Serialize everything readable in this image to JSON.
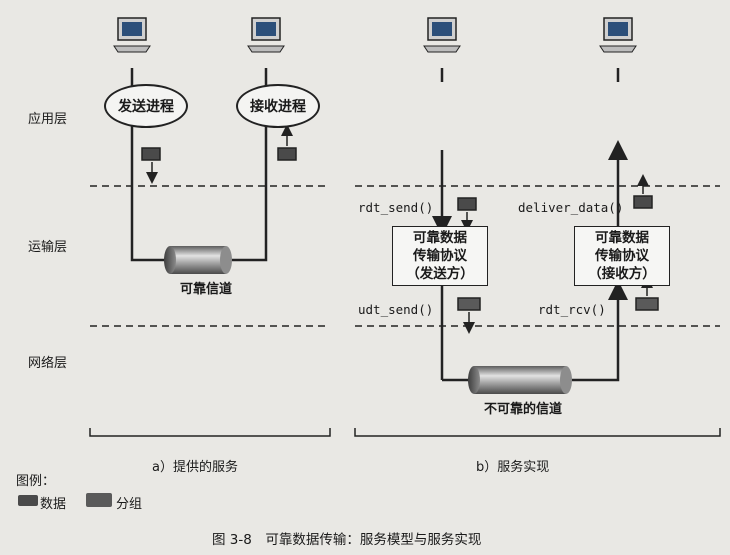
{
  "layers": {
    "app": "应用层",
    "transport": "运输层",
    "network": "网络层"
  },
  "left": {
    "send_process": "发送进程",
    "recv_process": "接收进程",
    "channel": "可靠信道",
    "caption": "a）提供的服务"
  },
  "right": {
    "rdt_send": "rdt_send()",
    "deliver_data": "deliver_data()",
    "udt_send": "udt_send()",
    "rdt_rcv": "rdt_rcv()",
    "sender_box": [
      "可靠数据",
      "传输协议",
      "（发送方）"
    ],
    "receiver_box": [
      "可靠数据",
      "传输协议",
      "（接收方）"
    ],
    "channel": "不可靠的信道",
    "caption": "b）服务实现"
  },
  "legend": {
    "title": "图例：",
    "data": "数据",
    "packet": "分组"
  },
  "figure_caption": "图 3-8　可靠数据传输：服务模型与服务实现",
  "colors": {
    "line": "#222222",
    "pipe_dark": "#6b6b6b",
    "pipe_light": "#d8d8d8",
    "packet": "#4a4a4a"
  }
}
